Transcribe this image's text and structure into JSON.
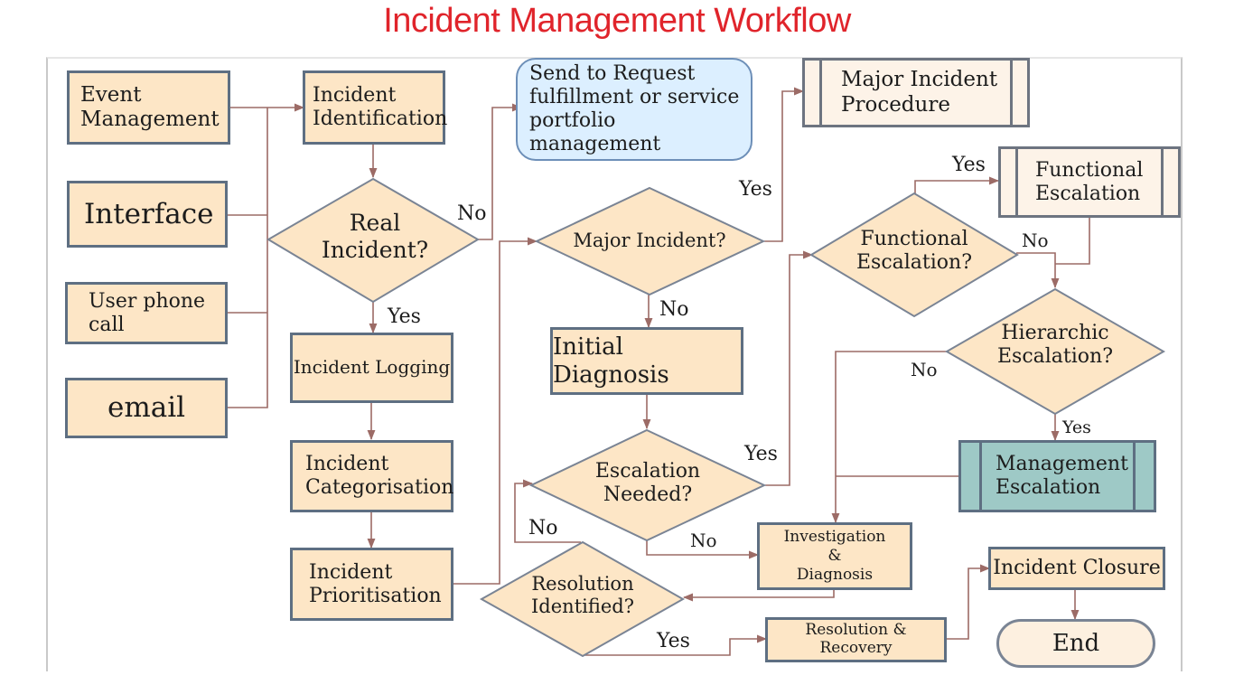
{
  "title": "Incident Management Workflow",
  "nodes": {
    "event_management": "Event\nManagement",
    "interface": "Interface",
    "user_phone_call": "User phone\ncall",
    "email": "email",
    "incident_identification": "Incident\nIdentification",
    "real_incident": "Real\nIncident?",
    "incident_logging": "Incident Logging",
    "incident_categorisation": "Incident\nCategorisation",
    "incident_prioritisation": "Incident\nPrioritisation",
    "send_to_request": "Send to Request\nfulfillment or service\nportfolio management",
    "major_incident": "Major Incident?",
    "initial_diagnosis": "Initial Diagnosis",
    "escalation_needed": "Escalation\nNeeded?",
    "resolution_identified": "Resolution\nIdentified?",
    "major_incident_procedure": "Major Incident\nProcedure",
    "functional_escalation_q": "Functional\nEscalation?",
    "functional_escalation": "Functional\nEscalation",
    "hierarchic_escalation": "Hierarchic\nEscalation?",
    "management_escalation": "Management\nEscalation",
    "investigation_diagnosis": "Investigation\n&\nDiagnosis",
    "resolution_recovery": "Resolution &\nRecovery",
    "incident_closure": "Incident Closure",
    "end": "End"
  },
  "edge_labels": {
    "real_no": "No",
    "real_yes": "Yes",
    "major_yes": "Yes",
    "major_no": "No",
    "functional_yes": "Yes",
    "functional_no": "No",
    "hierarchic_no": "No",
    "hierarchic_yes": "Yes",
    "escalation_yes": "Yes",
    "escalation_no": "No",
    "resolution_no": "No",
    "resolution_yes": "Yes"
  },
  "colors": {
    "title": "#e0242b",
    "process_fill": "#fde6c6",
    "request_fill": "#dcefff",
    "management_fill": "#9ec9c6",
    "connector": "#9c6b66"
  }
}
